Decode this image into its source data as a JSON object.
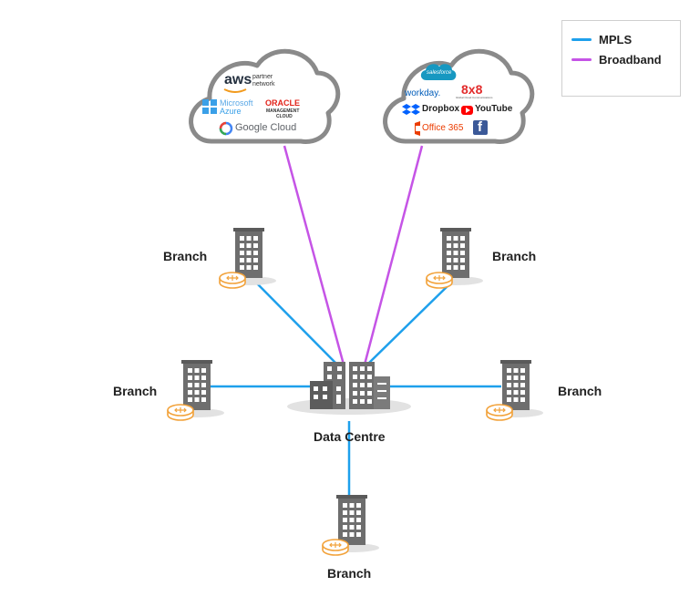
{
  "legend": {
    "items": [
      {
        "label": "MPLS",
        "color": "#1ea0ec"
      },
      {
        "label": "Broadband",
        "color": "#c554e6"
      }
    ]
  },
  "nodes": {
    "data_centre": {
      "label": "Data Centre"
    },
    "branch_top_left": {
      "label": "Branch"
    },
    "branch_top_right": {
      "label": "Branch"
    },
    "branch_mid_left": {
      "label": "Branch"
    },
    "branch_mid_right": {
      "label": "Branch"
    },
    "branch_bottom": {
      "label": "Branch"
    }
  },
  "cloud_left": {
    "logos": {
      "aws": "aws",
      "aws_sub": "partner",
      "aws_sub2": "network",
      "ms": "Microsoft",
      "ms2": "Azure",
      "oracle": "ORACLE",
      "oracle_sub": "MANAGEMENT",
      "oracle_sub2": "CLOUD",
      "google": "Google Cloud"
    }
  },
  "cloud_right": {
    "logos": {
      "salesforce": "salesforce",
      "workday": "workday.",
      "eight": "8x8",
      "eight_sub": "Global Cloud Communications",
      "dropbox": "Dropbox",
      "youtube": "YouTube",
      "office": "Office 365",
      "facebook": "f"
    }
  },
  "colors": {
    "mpls": "#1ea0ec",
    "broadband": "#c554e6",
    "building": "#6e6e6e",
    "router": "#f2a23a",
    "cloud_outline": "#8a8a8a"
  }
}
